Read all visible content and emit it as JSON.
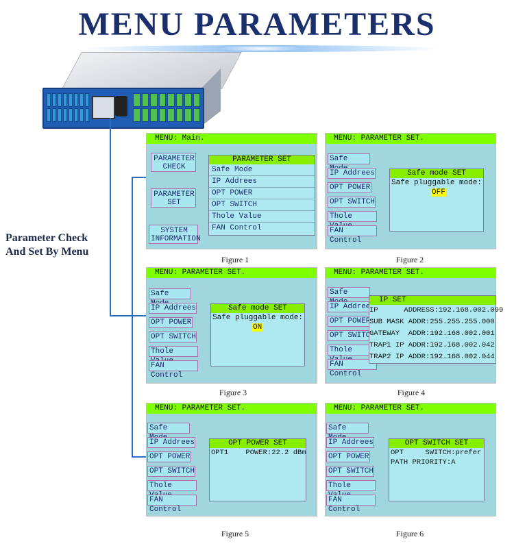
{
  "title": "MENU PARAMETERS",
  "side_label": "Parameter Check And Set By Menu",
  "menu_items": [
    "Safe Mode",
    "IP Addrees",
    "OPT POWER",
    "OPT SWITCH",
    "Thole Value",
    "FAN Control"
  ],
  "figure1": {
    "header": "MENU: Main.",
    "buttons": [
      "PARAMETER CHECK",
      "PARAMETER SET",
      "SYSTEM INFORMATION"
    ],
    "list_title": "PARAMETER  SET",
    "caption": "Figure 1"
  },
  "figure2": {
    "header": "MENU: PARAMETER SET.",
    "sub_title": "Safe mode SET",
    "line1": "Safe pluggable mode:",
    "value": "OFF",
    "caption": "Figure 2"
  },
  "figure3": {
    "header": "MENU: PARAMETER SET.",
    "sub_title": "Safe mode SET",
    "line1": "Safe pluggable mode:",
    "value": "ON",
    "caption": "Figure 3"
  },
  "figure4": {
    "header": "MENU: PARAMETER SET.",
    "sub_title": "IP         SET",
    "lines": [
      "IP      ADDRESS:192.168.002.099",
      "SUB MASK ADDR:255.255.255.000",
      "GATEWAY  ADDR:192.168.002.001",
      "TRAP1 IP ADDR:192.168.002.042",
      "TRAP2 IP ADDR:192.168.002.044"
    ],
    "caption": "Figure 4"
  },
  "figure5": {
    "header": "MENU: PARAMETER SET.",
    "sub_title": "OPT POWER SET",
    "line1": "OPT1    POWER:22.2 dBm",
    "caption": "Figure 5"
  },
  "figure6": {
    "header": "MENU: PARAMETER SET.",
    "sub_title": "OPT SWITCH SET",
    "line1": "OPT     SWITCH:prefer",
    "line2": "PATH PRIORITY:A",
    "caption": "Figure 6"
  }
}
